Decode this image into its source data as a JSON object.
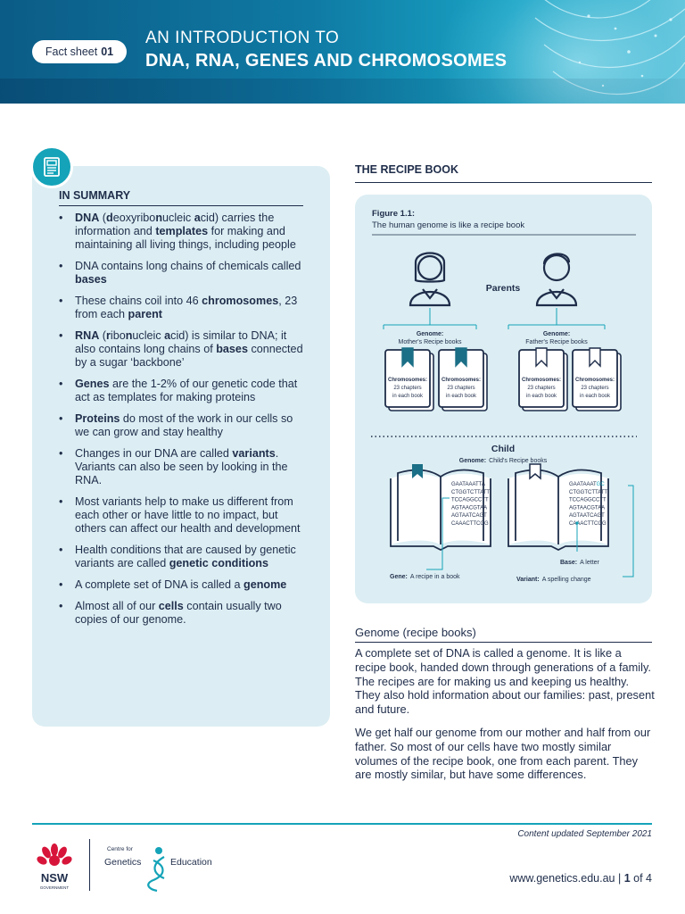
{
  "header": {
    "fact_label": "Fact sheet",
    "fact_number": "01",
    "title_top": "AN INTRODUCTION TO",
    "title_main": "DNA, RNA, GENES AND CHROMOSOMES"
  },
  "summary": {
    "icon": "document-icon",
    "heading": "IN SUMMARY",
    "bullets": [
      [
        {
          "t": "DNA",
          "b": true
        },
        {
          "t": " ("
        },
        {
          "t": "d",
          "b": true
        },
        {
          "t": "eoxyribo"
        },
        {
          "t": "n",
          "b": true
        },
        {
          "t": "ucleic "
        },
        {
          "t": "a",
          "b": true
        },
        {
          "t": "cid) carries the information and "
        },
        {
          "t": "templates",
          "b": true
        },
        {
          "t": " for making and maintaining all living things, including people"
        }
      ],
      [
        {
          "t": "DNA contains long chains of chemicals called "
        },
        {
          "t": "bases",
          "b": true
        }
      ],
      [
        {
          "t": "These chains coil into 46 "
        },
        {
          "t": "chromosomes",
          "b": true
        },
        {
          "t": ", 23 from each "
        },
        {
          "t": "parent",
          "b": true
        }
      ],
      [
        {
          "t": "RNA",
          "b": true
        },
        {
          "t": " ("
        },
        {
          "t": "r",
          "b": true
        },
        {
          "t": "ibo"
        },
        {
          "t": "n",
          "b": true
        },
        {
          "t": "ucleic "
        },
        {
          "t": "a",
          "b": true
        },
        {
          "t": "cid) is similar to DNA; it also contains long chains of "
        },
        {
          "t": "bases",
          "b": true
        },
        {
          "t": " connected by a sugar ‘backbone’"
        }
      ],
      [
        {
          "t": "Genes",
          "b": true
        },
        {
          "t": " are the 1-2% of our genetic code that act as templates for making proteins"
        }
      ],
      [
        {
          "t": "Proteins",
          "b": true
        },
        {
          "t": " do most of the work in our cells so we can grow and stay healthy"
        }
      ],
      [
        {
          "t": "Changes in our DNA are called "
        },
        {
          "t": "variants",
          "b": true
        },
        {
          "t": ". Variants can also be seen by looking in the RNA."
        }
      ],
      [
        {
          "t": "Most variants help to make us different from each other or have little to no impact, but others can affect our health and development"
        }
      ],
      [
        {
          "t": "Health conditions that are caused by genetic variants are called "
        },
        {
          "t": "genetic conditions",
          "b": true
        }
      ],
      [
        {
          "t": "A complete set of DNA is called a "
        },
        {
          "t": "genome",
          "b": true
        }
      ],
      [
        {
          "t": "Almost all of our "
        },
        {
          "t": "cells",
          "b": true
        },
        {
          "t": " contain usually two copies of our genome."
        }
      ]
    ]
  },
  "recipe": {
    "heading": "THE RECIPE BOOK",
    "figure_label": "Figure 1.1:",
    "figure_caption": "The human genome is like a recipe book",
    "parents_label": "Parents",
    "mother_genome_title": "Genome:",
    "mother_genome_sub": "Mother's Recipe books",
    "father_genome_title": "Genome:",
    "father_genome_sub": "Father's Recipe books",
    "chromosome_title": "Chromosomes:",
    "chromosome_line1": "23 chapters",
    "chromosome_line2": "in each book",
    "child_label": "Child",
    "child_genome_title": "Genome:",
    "child_genome_sub": "Child's Recipe books",
    "sequence_left": [
      "GAATAAATTA",
      "CTGGTCTTATT",
      "TCCAGGCCTT",
      "AGTAACGTAA",
      "AGTAATCAGT",
      "CAAACTTCGG"
    ],
    "sequence_right_first": "GAATAAAT",
    "sequence_right_variant": "GC",
    "sequence_right": [
      "CTGGTCTTATT",
      "TCCAGGCCTT",
      "AGTAACGTAA",
      "AGTAATCAGT",
      "CAAACTTCGG"
    ],
    "base_label": "Base:",
    "base_text": "A letter",
    "gene_label": "Gene:",
    "gene_text": "A recipe in a book",
    "variant_label": "Variant:",
    "variant_text": "A spelling change"
  },
  "genome_section": {
    "heading": "Genome (recipe books)",
    "paragraph1": "A complete set of DNA is called a genome. It is like a recipe book, handed down through generations of a family. The recipes are for making us and keeping us healthy. They also hold information about our families: past, present and future.",
    "paragraph2": "We get half our genome from our mother and half from our father. So most of our cells have two mostly similar volumes of the recipe book, one from each parent. They are mostly similar, but have some differences."
  },
  "footer": {
    "updated": "Content updated September 2021",
    "url": "www.genetics.edu.au",
    "separator": "|",
    "page_current": "1",
    "page_of": "of 4",
    "nsw_text": "NSW",
    "nsw_sub": "GOVERNMENT",
    "cge_small_1": "Centre for",
    "cge_word_1": "Genetics",
    "cge_word_2": "Education"
  },
  "colors": {
    "navy": "#1f2d4a",
    "teal": "#14a3b8",
    "panel": "#dceef3",
    "bookmark": "#1b6f86",
    "nsw_red": "#d7153a"
  }
}
